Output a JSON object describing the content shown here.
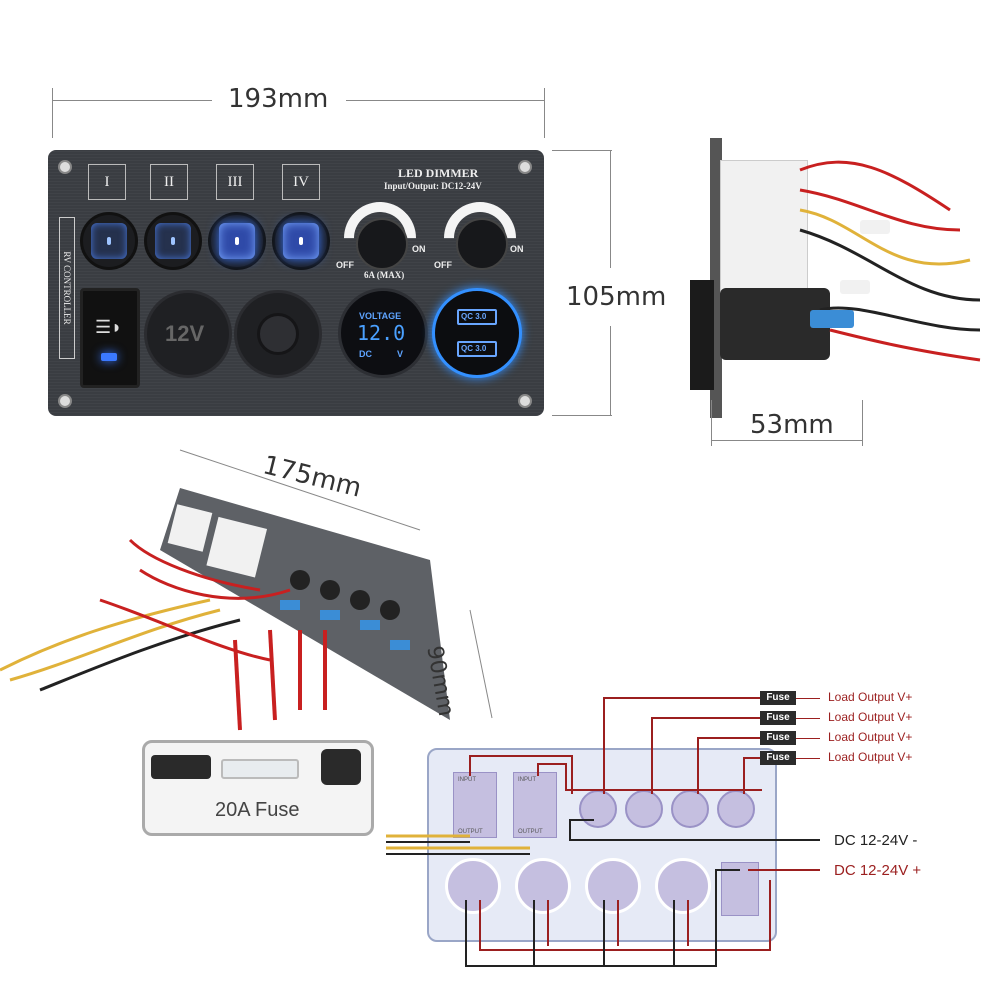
{
  "dimensions": {
    "width": "193mm",
    "height": "105mm",
    "depth": "53mm",
    "angled_width": "175mm",
    "angled_height": "90mm"
  },
  "panel": {
    "switch_labels": [
      "I",
      "II",
      "III",
      "IV"
    ],
    "side_label": "RV CONTROLLER",
    "dimmer_title": "LED DIMMER",
    "dimmer_io": "Input/Output: DC12-24V",
    "knob_off": "OFF",
    "knob_on": "ON",
    "dimmer_rating": "6A (MAX)",
    "socket_label": "12V",
    "voltmeter_title": "VOLTAGE",
    "voltmeter_reading": "12.0",
    "voltmeter_dc": "DC",
    "voltmeter_v": "V",
    "usb_label_1": "QC 3.0",
    "usb_label_2": "QC 3.0"
  },
  "fuse_callout": {
    "label": "20A Fuse"
  },
  "wiring": {
    "fuse_tag": "Fuse",
    "load_outputs": [
      "Load Output V+",
      "Load Output V+",
      "Load Output V+",
      "Load Output V+"
    ],
    "dc_negative": "DC 12-24V -",
    "dc_positive": "DC 12-24V +",
    "input_label": "INPUT",
    "output_label": "OUTPUT"
  },
  "colors": {
    "panel": "#3a3d42",
    "led_blue": "#3b79ff",
    "wire_red": "#9b1f1f",
    "wire_black": "#222222",
    "wire_yellow": "#e0b23a"
  }
}
